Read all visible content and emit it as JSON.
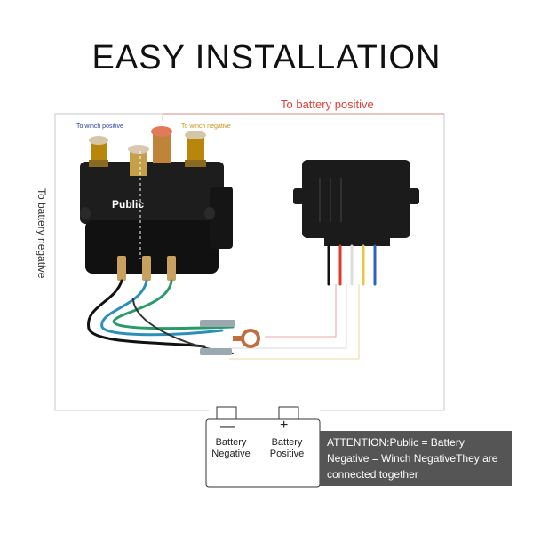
{
  "title": "EASY INSTALLATION",
  "labels": {
    "to_battery_positive": "To battery positive",
    "to_battery_negative": "To battery negative",
    "to_winch_positive": "To winch positive",
    "to_winch_negative": "To winch negative",
    "public": "Public"
  },
  "battery": {
    "minus_sign": "—",
    "plus_sign": "+",
    "negative_label": "Battery Negative",
    "positive_label": "Battery Positive"
  },
  "attention": "ATTENTION:Public = Battery Negative = Winch NegativeThey are connected together",
  "colors": {
    "positive_line": "#d8433a",
    "winch_positive_line": "#2b3f9e",
    "winch_negative_line": "#c19618",
    "frame_line": "#c8c8c8",
    "attention_bg": "#555555"
  }
}
